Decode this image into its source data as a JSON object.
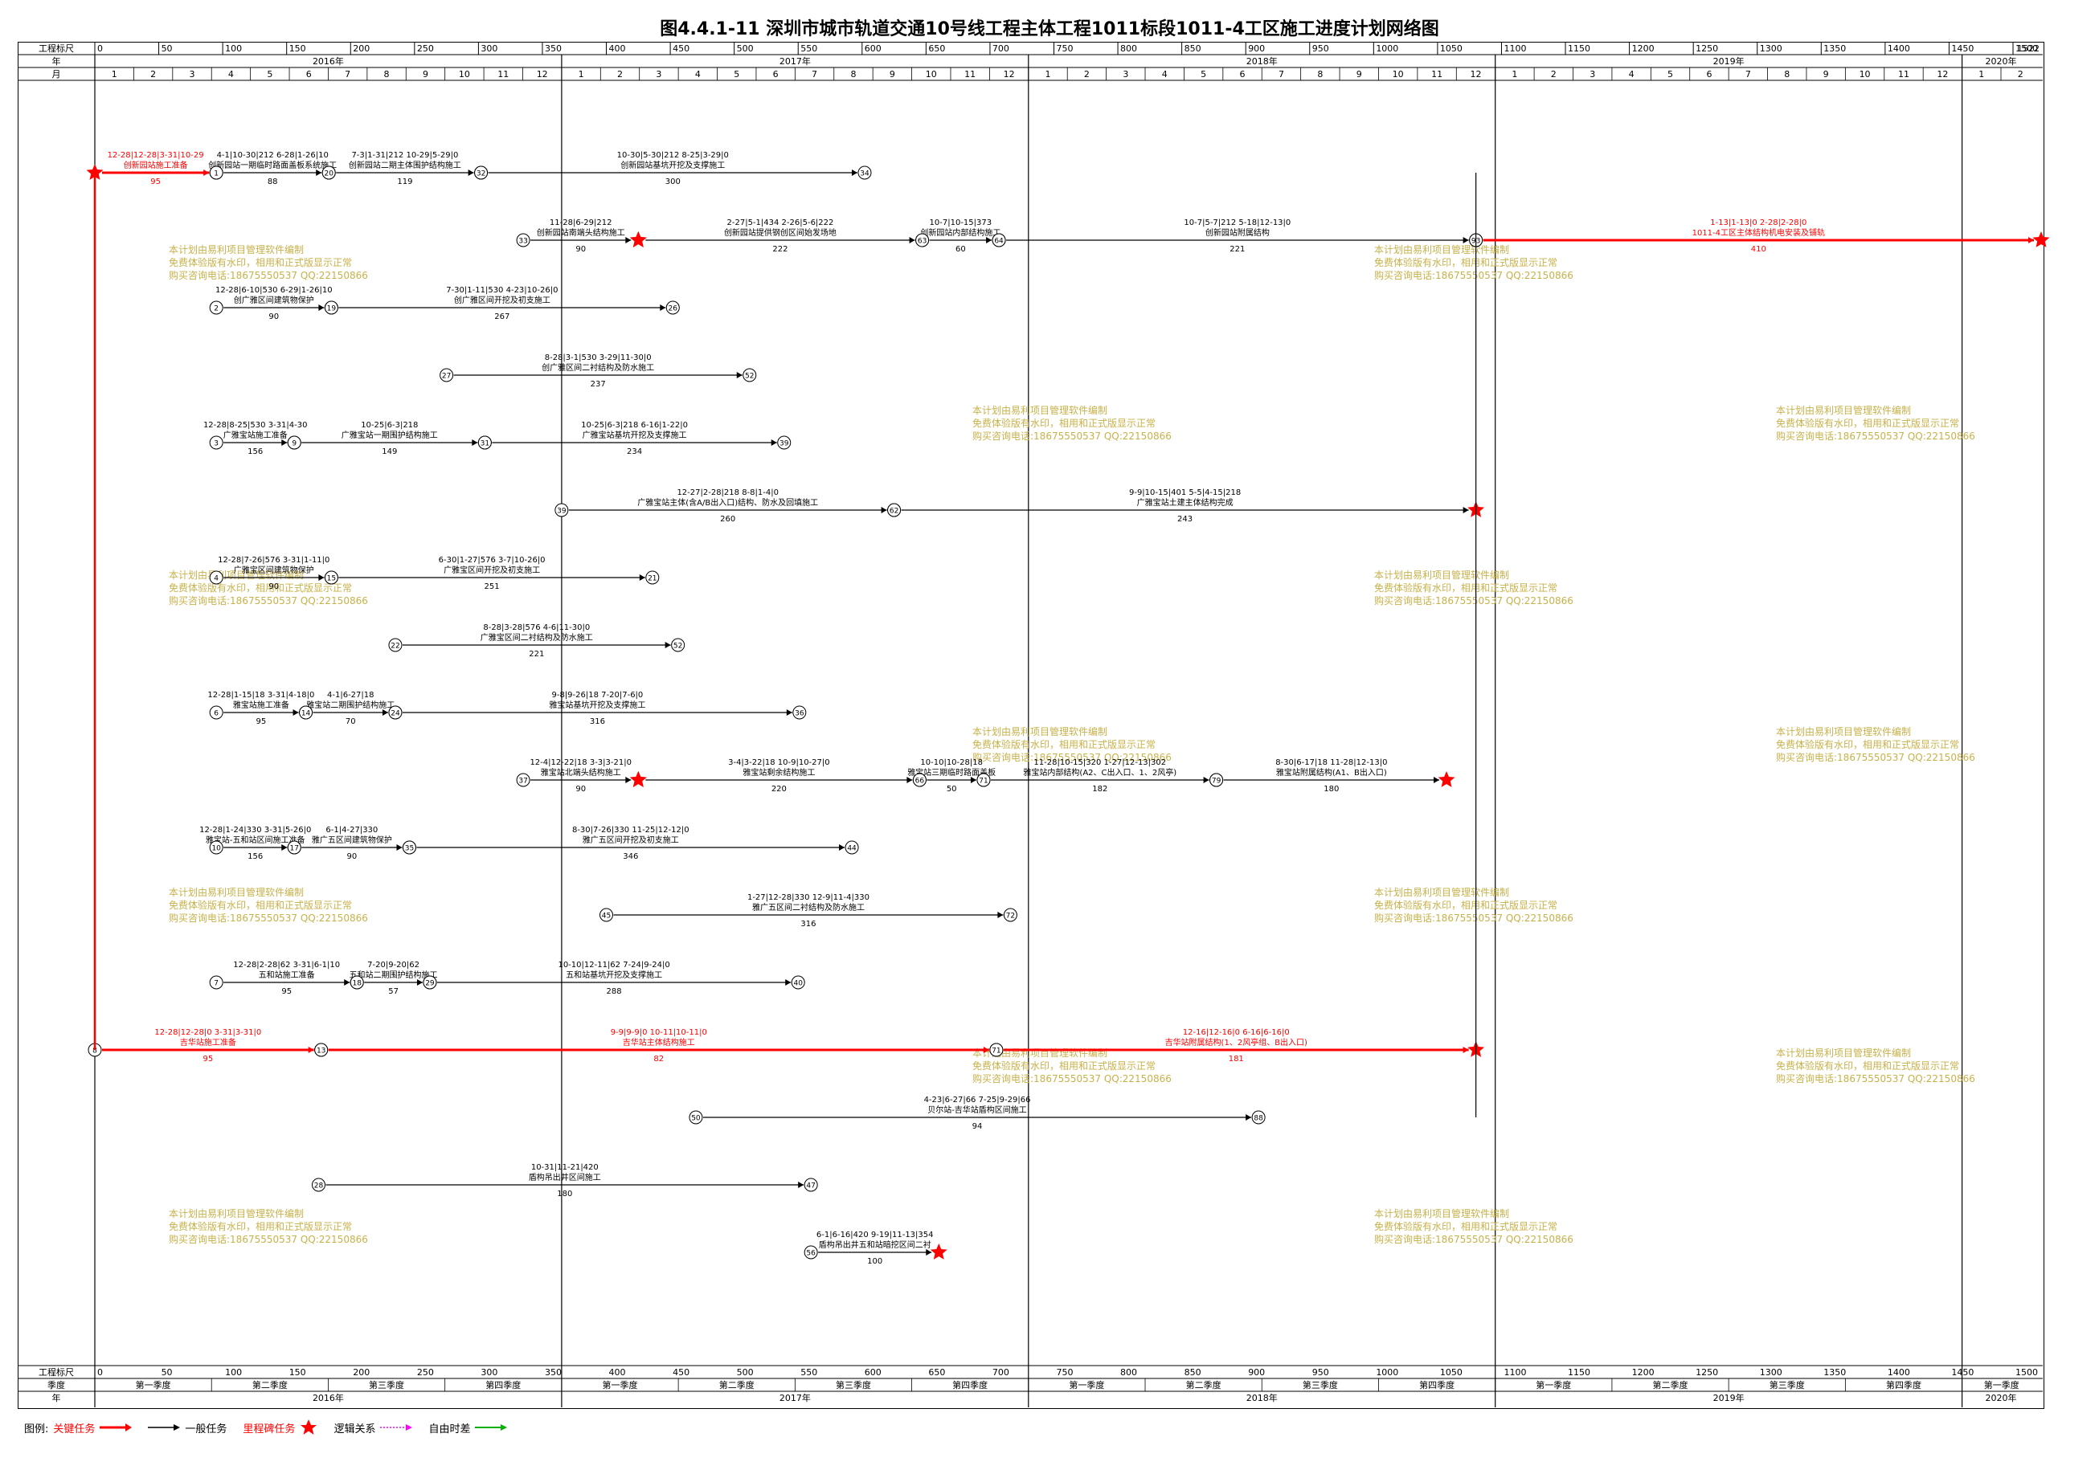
{
  "title": "图4.4.1-11   深圳市城市轨道交通10号线工程主体工程1011标段1011-4工区施工进度计划网络图",
  "header_labels": {
    "scale": "工程标尺",
    "year": "年",
    "month": "月",
    "quarter": "季度"
  },
  "scale_ticks": [
    0,
    50,
    100,
    150,
    200,
    250,
    300,
    350,
    400,
    450,
    500,
    550,
    600,
    650,
    700,
    750,
    800,
    850,
    900,
    950,
    1000,
    1050,
    1100,
    1150,
    1200,
    1250,
    1300,
    1350,
    1400,
    1450,
    1500
  ],
  "scale_end_label": "1522",
  "years": [
    {
      "label": "2016年",
      "months": [
        "1",
        "2",
        "3",
        "4",
        "5",
        "6",
        "7",
        "8",
        "9",
        "10",
        "11",
        "12"
      ]
    },
    {
      "label": "2017年",
      "months": [
        "1",
        "2",
        "3",
        "4",
        "5",
        "6",
        "7",
        "8",
        "9",
        "10",
        "11",
        "12"
      ]
    },
    {
      "label": "2018年",
      "months": [
        "1",
        "2",
        "3",
        "4",
        "5",
        "6",
        "7",
        "8",
        "9",
        "10",
        "11",
        "12"
      ]
    },
    {
      "label": "2019年",
      "months": [
        "1",
        "2",
        "3",
        "4",
        "5",
        "6",
        "7",
        "8",
        "9",
        "10",
        "11",
        "12"
      ]
    },
    {
      "label": "2020年",
      "months": [
        "1",
        "2"
      ]
    }
  ],
  "quarters": [
    "第一季度",
    "第二季度",
    "第三季度",
    "第四季度"
  ],
  "watermark": [
    "本计划由易利项目管理软件编制",
    "免费体验版有水印，相用和正式版显示正常",
    "购买咨询电话:18675550537 QQ:22150866"
  ],
  "legend": {
    "label": "图例:",
    "items": [
      {
        "text": "关键任务",
        "kind": "critical",
        "color": "#ff0000"
      },
      {
        "text": "一般任务",
        "kind": "normal",
        "color": "#000000"
      },
      {
        "text": "里程碑任务",
        "kind": "milestone",
        "color": "#ff0000"
      },
      {
        "text": "逻辑关系",
        "kind": "logic",
        "color": "#ff00ff"
      },
      {
        "text": "自由时差",
        "kind": "float",
        "color": "#00b000"
      }
    ]
  },
  "chart_data": {
    "type": "network",
    "x_unit": "工程标尺(天)",
    "x_range": [
      0,
      1522
    ],
    "tasks": [
      {
        "row": 1,
        "from": "开工",
        "to": "1",
        "start": 0,
        "end": 95,
        "name": "创新园站施工准备",
        "dates": "12-28|12-28|3-31|10-29",
        "duration": "95",
        "critical": true
      },
      {
        "row": 1,
        "from": "1",
        "to": "20",
        "start": 95,
        "end": 183,
        "name": "创新园站一期临时路面盖板系统施工",
        "dates": "4-1|10-30|212 6-28|1-26|10",
        "duration": "88",
        "critical": false
      },
      {
        "row": 1,
        "from": "20",
        "to": "32",
        "start": 183,
        "end": 302,
        "name": "创新园站二期主体围护结构施工",
        "dates": "7-3|1-31|212 10-29|5-29|0",
        "duration": "119",
        "critical": false
      },
      {
        "row": 1,
        "from": "32",
        "to": "34",
        "start": 302,
        "end": 602,
        "name": "创新园站基坑开挖及支撑施工",
        "dates": "10-30|5-30|212 8-25|3-29|0",
        "duration": "300",
        "critical": false
      },
      {
        "row": 2,
        "from": "33",
        "to": "star",
        "start": 335,
        "end": 425,
        "name": "创新园站南端头结构施工",
        "dates": "11-28|6-29|212",
        "duration": "90",
        "critical": false
      },
      {
        "row": 2,
        "from": "star",
        "to": "63",
        "start": 425,
        "end": 647,
        "name": "创新园站提供钢创区间始发场地",
        "dates": "2-27|5-1|434 2-26|5-6|222",
        "duration": "222",
        "critical": false
      },
      {
        "row": 2,
        "from": "63",
        "to": "64",
        "start": 647,
        "end": 707,
        "name": "创新园站内部结构施工",
        "dates": "10-7|10-15|373",
        "duration": "60",
        "critical": false
      },
      {
        "row": 2,
        "from": "64",
        "to": "93",
        "start": 707,
        "end": 1080,
        "name": "创新园站附属结构",
        "dates": "10-7|5-7|212 5-18|12-13|0",
        "duration": "221",
        "critical": false
      },
      {
        "row": 2,
        "from": "93",
        "to": "end",
        "start": 1080,
        "end": 1522,
        "name": "1011-4工区主体结构机电安装及铺轨",
        "dates": "1-13|1-13|0 2-28|2-28|0",
        "duration": "410",
        "critical": true
      },
      {
        "row": 3,
        "from": "2",
        "to": "19",
        "start": 95,
        "end": 185,
        "name": "创广雅区间建筑物保护",
        "dates": "12-28|6-10|530 6-29|1-26|10",
        "duration": "90",
        "critical": false
      },
      {
        "row": 3,
        "from": "19",
        "to": "26",
        "start": 185,
        "end": 452,
        "name": "创广雅区间开挖及初支施工",
        "dates": "7-30|1-11|530 4-23|10-26|0",
        "duration": "267",
        "critical": false
      },
      {
        "row": 4,
        "from": "27",
        "to": "52",
        "start": 275,
        "end": 512,
        "name": "创广雅区间二衬结构及防水施工",
        "dates": "8-28|3-1|530 3-29|11-30|0",
        "duration": "237",
        "critical": false
      },
      {
        "row": 5,
        "from": "3",
        "to": "9",
        "start": 95,
        "end": 156,
        "name": "广雅宝站施工准备",
        "dates": "12-28|8-25|530 3-31|4-30",
        "duration": "156",
        "critical": false
      },
      {
        "row": 5,
        "from": "9",
        "to": "31",
        "start": 156,
        "end": 305,
        "name": "广雅宝站一期围护结构施工",
        "dates": "10-25|6-3|218",
        "duration": "149",
        "critical": false
      },
      {
        "row": 5,
        "from": "31",
        "to": "39",
        "start": 305,
        "end": 539,
        "name": "广雅宝站基坑开挖及支撑施工",
        "dates": "10-25|6-3|218 6-16|1-22|0",
        "duration": "234",
        "critical": false
      },
      {
        "row": 6,
        "from": "39",
        "to": "62",
        "start": 365,
        "end": 625,
        "name": "广雅宝站主体(含A/B出入口)结构、防水及回填施工",
        "dates": "12-27|2-28|218 8-8|1-4|0",
        "duration": "260",
        "critical": false
      },
      {
        "row": 6,
        "from": "62",
        "to": "star",
        "start": 625,
        "end": 1080,
        "name": "广雅宝站土建主体结构完成",
        "dates": "9-9|10-15|401 5-5|4-15|218",
        "duration": "243",
        "critical": false
      },
      {
        "row": 7,
        "from": "4",
        "to": "15",
        "start": 95,
        "end": 185,
        "name": "广雅宝区间建筑物保护",
        "dates": "12-28|7-26|576 3-31|1-11|0",
        "duration": "90",
        "critical": false
      },
      {
        "row": 7,
        "from": "15",
        "to": "21",
        "start": 185,
        "end": 436,
        "name": "广雅宝区间开挖及初支施工",
        "dates": "6-30|1-27|576 3-7|10-26|0",
        "duration": "251",
        "critical": false
      },
      {
        "row": 8,
        "from": "22",
        "to": "52",
        "start": 235,
        "end": 456,
        "name": "广雅宝区间二衬结构及防水施工",
        "dates": "8-28|3-28|576 4-6|11-30|0",
        "duration": "221",
        "critical": false
      },
      {
        "row": 9,
        "from": "6",
        "to": "14",
        "start": 95,
        "end": 165,
        "name": "雅宝站施工准备",
        "dates": "12-28|1-15|18 3-31|4-18|0",
        "duration": "95",
        "critical": false
      },
      {
        "row": 9,
        "from": "14",
        "to": "24",
        "start": 165,
        "end": 235,
        "name": "雅宝站二期围护结构施工",
        "dates": "4-1|6-27|18",
        "duration": "70",
        "critical": false
      },
      {
        "row": 9,
        "from": "24",
        "to": "36",
        "start": 235,
        "end": 551,
        "name": "雅宝站基坑开挖及支撑施工",
        "dates": "9-8|9-26|18 7-20|7-6|0",
        "duration": "316",
        "critical": false
      },
      {
        "row": 10,
        "from": "37",
        "to": "star",
        "start": 335,
        "end": 425,
        "name": "雅宝站北端头结构施工",
        "dates": "12-4|12-22|18 3-3|3-21|0",
        "duration": "90",
        "critical": false
      },
      {
        "row": 10,
        "from": "star",
        "to": "66",
        "start": 425,
        "end": 645,
        "name": "雅宝站剩余结构施工",
        "dates": "3-4|3-22|18 10-9|10-27|0",
        "duration": "220",
        "critical": false
      },
      {
        "row": 10,
        "from": "66",
        "to": "71",
        "start": 645,
        "end": 695,
        "name": "雅宝站三期临时路面盖板",
        "dates": "10-10|10-28|18",
        "duration": "50",
        "critical": false
      },
      {
        "row": 10,
        "from": "71",
        "to": "79",
        "start": 695,
        "end": 877,
        "name": "雅宝站内部结构(A2、C出入口、1、2风亭)",
        "dates": "11-28|10-15|320 1-27|12-13|302",
        "duration": "182",
        "critical": false
      },
      {
        "row": 10,
        "from": "79",
        "to": "star",
        "start": 877,
        "end": 1057,
        "name": "雅宝站附属结构(A1、B出入口)",
        "dates": "8-30|6-17|18 11-28|12-13|0",
        "duration": "180",
        "critical": false
      },
      {
        "row": 11,
        "from": "10",
        "to": "17",
        "start": 95,
        "end": 156,
        "name": "雅宝站-五和站区间施工准备",
        "dates": "12-28|1-24|330 3-31|5-26|0",
        "duration": "156",
        "critical": false
      },
      {
        "row": 11,
        "from": "17",
        "to": "35",
        "start": 156,
        "end": 246,
        "name": "雅广五区间建筑物保护",
        "dates": "6-1|4-27|330",
        "duration": "90",
        "critical": false
      },
      {
        "row": 11,
        "from": "35",
        "to": "44",
        "start": 246,
        "end": 592,
        "name": "雅广五区间开挖及初支施工",
        "dates": "8-30|7-26|330 11-25|12-12|0",
        "duration": "346",
        "critical": false
      },
      {
        "row": 12,
        "from": "45",
        "to": "72",
        "start": 400,
        "end": 716,
        "name": "雅广五区间二衬结构及防水施工",
        "dates": "1-27|12-28|330 12-9|11-4|330",
        "duration": "316",
        "critical": false
      },
      {
        "row": 13,
        "from": "7",
        "to": "18",
        "start": 95,
        "end": 205,
        "name": "五和站施工准备",
        "dates": "12-28|2-28|62 3-31|6-1|10",
        "duration": "95",
        "critical": false
      },
      {
        "row": 13,
        "from": "18",
        "to": "29",
        "start": 205,
        "end": 262,
        "name": "五和站二期围护结构施工",
        "dates": "7-20|9-20|62",
        "duration": "57",
        "critical": false
      },
      {
        "row": 13,
        "from": "29",
        "to": "40",
        "start": 262,
        "end": 550,
        "name": "五和站基坑开挖及支撑施工",
        "dates": "10-10|12-11|62 7-24|9-24|0",
        "duration": "288",
        "critical": false
      },
      {
        "row": 14,
        "from": "8",
        "to": "13",
        "start": 0,
        "end": 177,
        "name": "吉华站施工准备",
        "dates": "12-28|12-28|0 3-31|3-31|0",
        "duration": "95",
        "critical": true
      },
      {
        "row": 14,
        "from": "13",
        "to": "71",
        "start": 177,
        "end": 705,
        "name": "吉华站主体结构施工",
        "dates": "9-9|9-9|0 10-11|10-11|0",
        "duration": "82",
        "critical": true
      },
      {
        "row": 14,
        "from": "71",
        "to": "star",
        "start": 705,
        "end": 1080,
        "name": "吉华站附属结构(1、2风亭组、B出入口)",
        "dates": "12-16|12-16|0 6-16|6-16|0",
        "duration": "181",
        "critical": true
      },
      {
        "row": 15,
        "from": "50",
        "to": "88",
        "start": 470,
        "end": 910,
        "name": "贝尔站-吉华站盾构区间施工",
        "dates": "4-23|6-27|66 7-25|9-29|66",
        "duration": "94",
        "critical": false
      },
      {
        "row": 16,
        "from": "28",
        "to": "47",
        "start": 175,
        "end": 560,
        "name": "盾构吊出井区间施工",
        "dates": "10-31|11-21|420",
        "duration": "180",
        "critical": false
      },
      {
        "row": 17,
        "from": "56",
        "to": "end",
        "start": 560,
        "end": 660,
        "name": "盾构吊出井五和站暗挖区间二衬",
        "dates": "6-1|6-16|420 9-19|11-13|354",
        "duration": "100",
        "critical": false
      }
    ]
  }
}
